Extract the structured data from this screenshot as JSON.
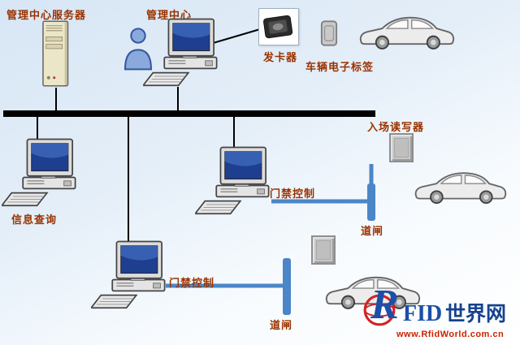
{
  "diagram": {
    "labels": {
      "server": "管理中心服务器",
      "management": "管理中心",
      "card_issuer": "发卡器",
      "vehicle_tag": "车辆电子标签",
      "info_query": "信息查询",
      "access_control_1": "门禁控制",
      "access_control_2": "门禁控制",
      "entrance_reader": "入场读写器",
      "barrier_1": "道闸",
      "barrier_2": "道闸"
    }
  },
  "logo": {
    "letter": "R",
    "name_latin": "FID",
    "name_cn": "世界网",
    "url": "www.RfidWorld.com.cn"
  },
  "colors": {
    "label_text": "#993300",
    "bus_line": "#000000",
    "connector_blue": "#4a86c8",
    "background_top": "#d7e6f5",
    "logo_blue": "#1b4fa8",
    "logo_red": "#d42222"
  },
  "icons": [
    "server-icon",
    "computer-icon",
    "person-icon",
    "card-issuer-icon",
    "vehicle-tag-icon",
    "car-icon",
    "reader-icon",
    "barrier-bar",
    "logo-globe-icon"
  ]
}
